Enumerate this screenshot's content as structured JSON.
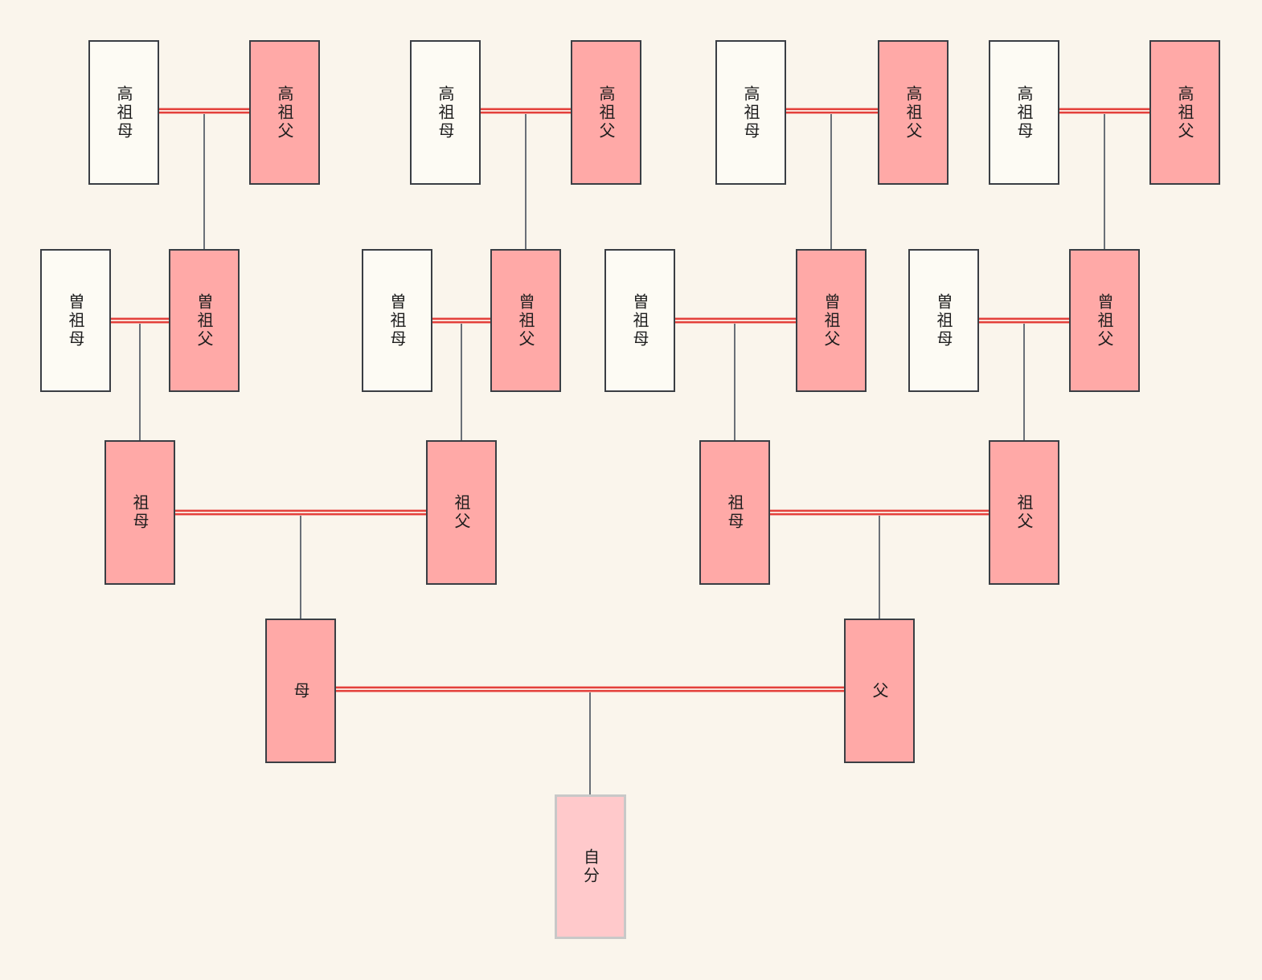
{
  "people": {
    "gen4_pairs": [
      {
        "mother": "高祖母",
        "father": "高祖父"
      },
      {
        "mother": "高祖母",
        "father": "高祖父"
      },
      {
        "mother": "高祖母",
        "father": "高祖父"
      },
      {
        "mother": "高祖母",
        "father": "高祖父"
      }
    ],
    "gen3_pairs": [
      {
        "mother": "曽祖母",
        "father": "曽祖父"
      },
      {
        "mother": "曽祖母",
        "father": "曾祖父"
      },
      {
        "mother": "曽祖母",
        "father": "曾祖父"
      },
      {
        "mother": "曽祖母",
        "father": "曾祖父"
      }
    ],
    "gen2_pairs": [
      {
        "mother": "祖母",
        "father": "祖父"
      },
      {
        "mother": "祖母",
        "father": "祖父"
      }
    ],
    "gen1_pair": {
      "mother": "母",
      "father": "父"
    },
    "self": {
      "label": "自分"
    }
  },
  "colors": {
    "background": "#FAF5EC",
    "node_pink_fill": "#FFA9A7",
    "node_white_fill": "#FDFBF4",
    "node_border": "#3A3E44",
    "self_fill": "#FFC9CB",
    "self_border": "#C8C8C8",
    "marriage_line_red": "#E3403B",
    "connector_line_gray": "#6A7078"
  }
}
